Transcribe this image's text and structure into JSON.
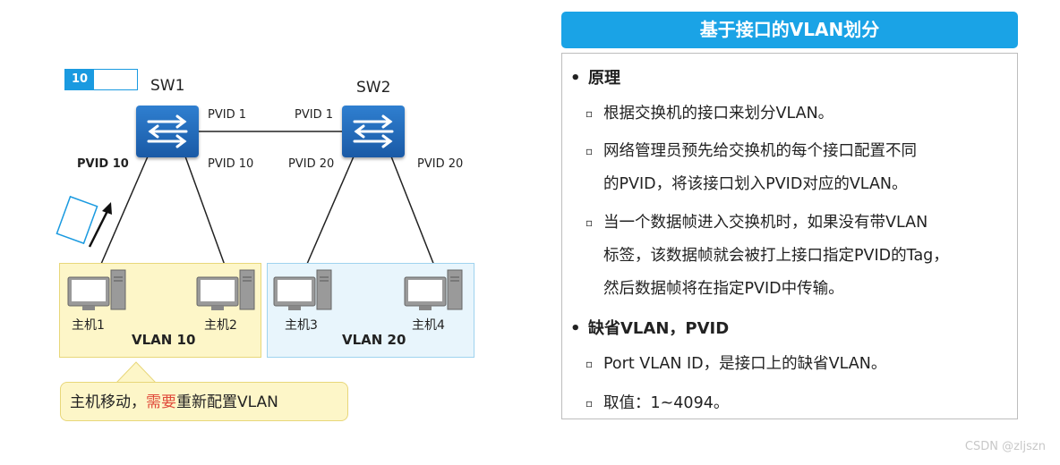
{
  "diagram": {
    "switches": [
      {
        "name": "SW1"
      },
      {
        "name": "SW2"
      }
    ],
    "tag_value": "10",
    "labels": {
      "sw1_trunk_pvid": "PVID 1",
      "sw2_trunk_pvid": "PVID 1",
      "sw1_left_pvid": "PVID 10",
      "sw1_right_pvid": "PVID 10",
      "sw2_left_pvid": "PVID 20",
      "sw2_right_pvid": "PVID 20"
    },
    "hosts": [
      {
        "label": "主机1"
      },
      {
        "label": "主机2"
      },
      {
        "label": "主机3"
      },
      {
        "label": "主机4"
      }
    ],
    "vlans": {
      "vlan10": "VLAN 10",
      "vlan20": "VLAN 20"
    },
    "callout": {
      "part1": "主机移动，",
      "part2_red": "需要",
      "part3": "重新配置VLAN"
    },
    "colors": {
      "switch_blue": "#1a5aa6",
      "accent_blue": "#1aa3e6",
      "vlan10_fill": "#fdf6c8",
      "vlan20_fill": "#e8f5fc",
      "red_text": "#e04a3a"
    }
  },
  "panel": {
    "title": "基于接口的VLAN划分",
    "section1": {
      "heading": "原理",
      "items": [
        {
          "lines": [
            "根据交换机的接口来划分VLAN。"
          ]
        },
        {
          "lines": [
            "网络管理员预先给交换机的每个接口配置不同",
            "的PVID，将该接口划入PVID对应的VLAN。"
          ]
        },
        {
          "lines": [
            "当一个数据帧进入交换机时，如果没有带VLAN",
            "标签，该数据帧就会被打上接口指定PVID的Tag，",
            "然后数据帧将在指定PVID中传输。"
          ]
        }
      ]
    },
    "section2": {
      "heading": "缺省VLAN，PVID",
      "items": [
        {
          "lines": [
            "Port VLAN ID，是接口上的缺省VLAN。"
          ]
        },
        {
          "lines": [
            "取值：1~4094。"
          ]
        }
      ]
    }
  },
  "watermark": "CSDN @zljszn"
}
